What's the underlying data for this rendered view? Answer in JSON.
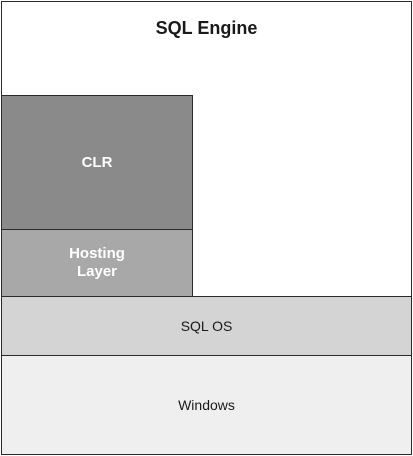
{
  "diagram": {
    "title": "SQL Engine",
    "layers": {
      "clr": {
        "label": "CLR",
        "color": "#8a8a8a"
      },
      "hosting_layer": {
        "label": "Hosting\nLayer",
        "color": "#a8a8a8"
      },
      "sql_os": {
        "label": "SQL OS",
        "color": "#d4d4d4"
      },
      "windows": {
        "label": "Windows",
        "color": "#efefef"
      }
    }
  }
}
